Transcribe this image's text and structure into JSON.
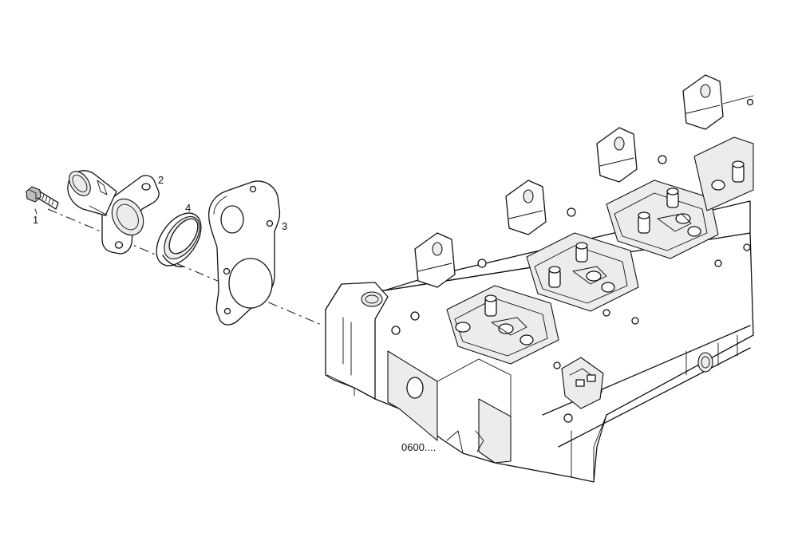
{
  "labels": {
    "part1": "1",
    "part2": "2",
    "part3": "3",
    "part4": "4",
    "reference": "0600...."
  }
}
